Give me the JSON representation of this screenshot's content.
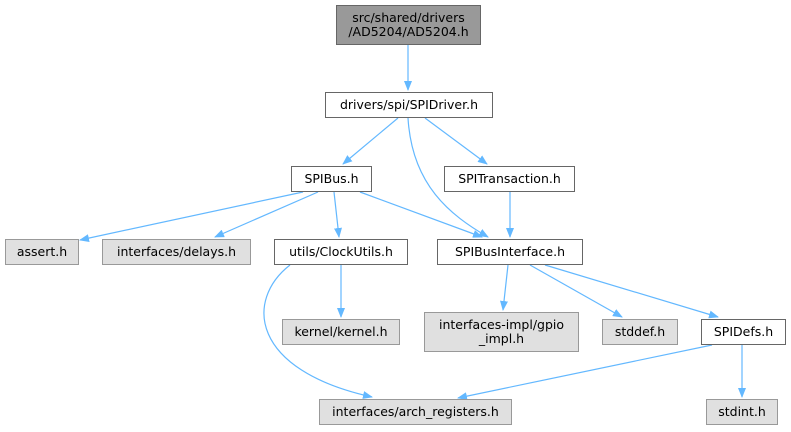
{
  "colors": {
    "edge": "#63b8ff",
    "root_fill": "#999999",
    "file_fill": "#ffffff",
    "external_fill": "#e0e0e0",
    "border": "#666666"
  },
  "nodes": {
    "root": "src/shared/drivers\n/AD5204/AD5204.h",
    "spidriver": "drivers/spi/SPIDriver.h",
    "spibus": "SPIBus.h",
    "spitransaction": "SPITransaction.h",
    "assert": "assert.h",
    "delays": "interfaces/delays.h",
    "clockutils": "utils/ClockUtils.h",
    "spibusinterface": "SPIBusInterface.h",
    "kernel": "kernel/kernel.h",
    "gpio": "interfaces-impl/gpio\n_impl.h",
    "stddef": "stddef.h",
    "spidefs": "SPIDefs.h",
    "arch": "interfaces/arch_registers.h",
    "stdint": "stdint.h"
  },
  "edges": [
    [
      "root",
      "spidriver"
    ],
    [
      "spidriver",
      "spibus"
    ],
    [
      "spidriver",
      "spibusinterface"
    ],
    [
      "spidriver",
      "spitransaction"
    ],
    [
      "spibus",
      "assert"
    ],
    [
      "spibus",
      "delays"
    ],
    [
      "spibus",
      "clockutils"
    ],
    [
      "spibus",
      "spibusinterface"
    ],
    [
      "spitransaction",
      "spibusinterface"
    ],
    [
      "clockutils",
      "kernel"
    ],
    [
      "clockutils",
      "arch"
    ],
    [
      "spibusinterface",
      "gpio"
    ],
    [
      "spibusinterface",
      "stddef"
    ],
    [
      "spibusinterface",
      "spidefs"
    ],
    [
      "spidefs",
      "arch"
    ],
    [
      "spidefs",
      "stdint"
    ]
  ]
}
